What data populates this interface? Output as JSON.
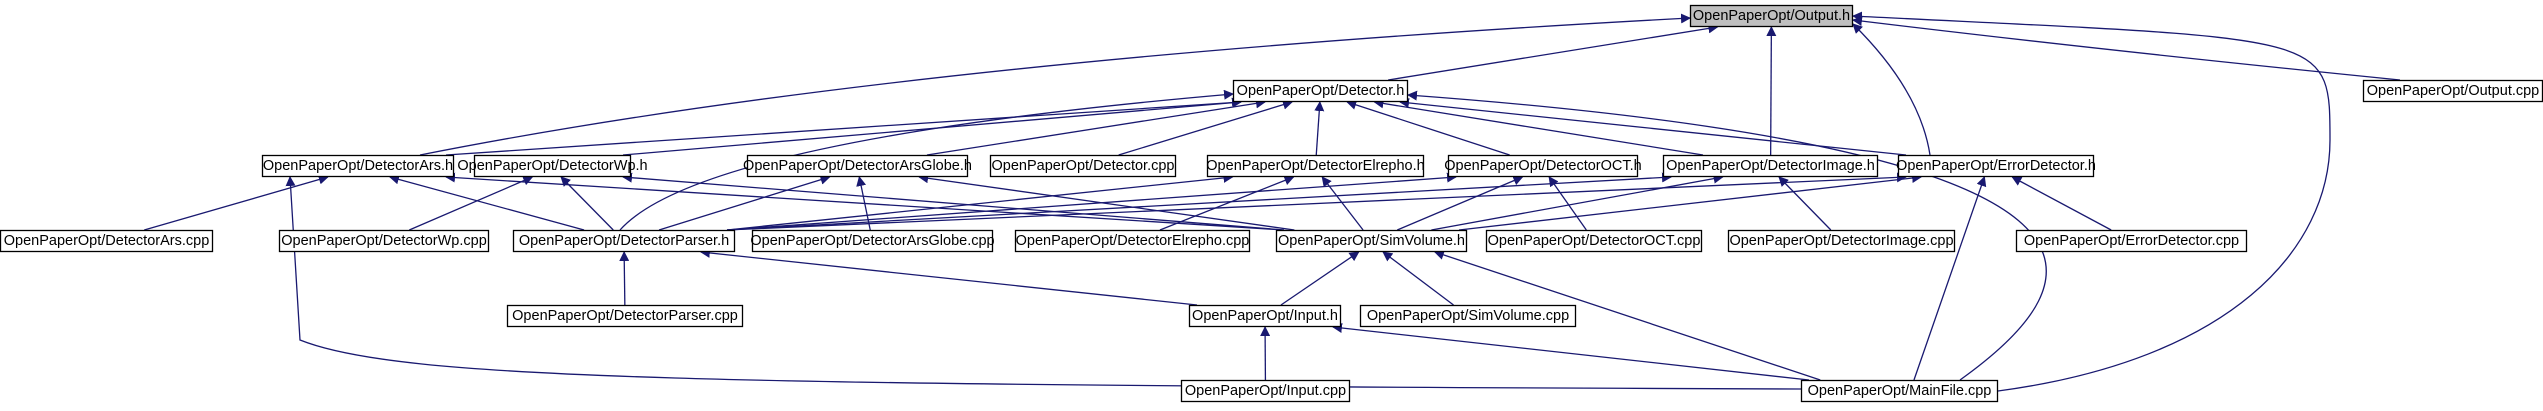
{
  "graph": {
    "edge_color": "#191970",
    "root_fill": "#bfbfbf",
    "nodes": [
      {
        "id": "output_h",
        "label": "OpenPaperOpt/Output.h",
        "root": true
      },
      {
        "id": "detector_h",
        "label": "OpenPaperOpt/Detector.h"
      },
      {
        "id": "output_cpp",
        "label": "OpenPaperOpt/Output.cpp"
      },
      {
        "id": "detectorars_h",
        "label": "OpenPaperOpt/DetectorArs.h"
      },
      {
        "id": "detectorwp_h",
        "label": "OpenPaperOpt/DetectorWp.h"
      },
      {
        "id": "detectorarsglobe_h",
        "label": "OpenPaperOpt/DetectorArsGlobe.h"
      },
      {
        "id": "detector_cpp",
        "label": "OpenPaperOpt/Detector.cpp"
      },
      {
        "id": "detectorelrepho_h",
        "label": "OpenPaperOpt/DetectorElrepho.h"
      },
      {
        "id": "detectoroct_h",
        "label": "OpenPaperOpt/DetectorOCT.h"
      },
      {
        "id": "detectorimage_h",
        "label": "OpenPaperOpt/DetectorImage.h"
      },
      {
        "id": "errordetector_h",
        "label": "OpenPaperOpt/ErrorDetector.h"
      },
      {
        "id": "detectorars_cpp",
        "label": "OpenPaperOpt/DetectorArs.cpp"
      },
      {
        "id": "detectorwp_cpp",
        "label": "OpenPaperOpt/DetectorWp.cpp"
      },
      {
        "id": "detectorparser_h",
        "label": "OpenPaperOpt/DetectorParser.h"
      },
      {
        "id": "detectorarsglobe_cpp",
        "label": "OpenPaperOpt/DetectorArsGlobe.cpp"
      },
      {
        "id": "detectorelrepho_cpp",
        "label": "OpenPaperOpt/DetectorElrepho.cpp"
      },
      {
        "id": "simvolume_h",
        "label": "OpenPaperOpt/SimVolume.h"
      },
      {
        "id": "detectoroct_cpp",
        "label": "OpenPaperOpt/DetectorOCT.cpp"
      },
      {
        "id": "detectorimage_cpp",
        "label": "OpenPaperOpt/DetectorImage.cpp"
      },
      {
        "id": "errordetector_cpp",
        "label": "OpenPaperOpt/ErrorDetector.cpp"
      },
      {
        "id": "detectorparser_cpp",
        "label": "OpenPaperOpt/DetectorParser.cpp"
      },
      {
        "id": "input_h",
        "label": "OpenPaperOpt/Input.h"
      },
      {
        "id": "simvolume_cpp",
        "label": "OpenPaperOpt/SimVolume.cpp"
      },
      {
        "id": "input_cpp",
        "label": "OpenPaperOpt/Input.cpp"
      },
      {
        "id": "mainfile_cpp",
        "label": "OpenPaperOpt/MainFile.cpp"
      }
    ],
    "edges": [
      {
        "from": "detector_h",
        "to": "output_h"
      },
      {
        "from": "output_cpp",
        "to": "output_h"
      },
      {
        "from": "detectorars_h",
        "to": "output_h"
      },
      {
        "from": "detectorimage_h",
        "to": "output_h"
      },
      {
        "from": "errordetector_h",
        "to": "output_h"
      },
      {
        "from": "mainfile_cpp",
        "to": "output_h"
      },
      {
        "from": "detectorars_h",
        "to": "detector_h"
      },
      {
        "from": "detectorwp_h",
        "to": "detector_h"
      },
      {
        "from": "detectorarsglobe_h",
        "to": "detector_h"
      },
      {
        "from": "detector_cpp",
        "to": "detector_h"
      },
      {
        "from": "detectorelrepho_h",
        "to": "detector_h"
      },
      {
        "from": "detectoroct_h",
        "to": "detector_h"
      },
      {
        "from": "detectorimage_h",
        "to": "detector_h"
      },
      {
        "from": "errordetector_h",
        "to": "detector_h"
      },
      {
        "from": "detectorparser_h",
        "to": "detector_h"
      },
      {
        "from": "mainfile_cpp",
        "to": "detector_h"
      },
      {
        "from": "detectorars_cpp",
        "to": "detectorars_h"
      },
      {
        "from": "detectorparser_h",
        "to": "detectorars_h"
      },
      {
        "from": "simvolume_h",
        "to": "detectorars_h"
      },
      {
        "from": "mainfile_cpp",
        "to": "detectorars_h"
      },
      {
        "from": "detectorwp_cpp",
        "to": "detectorwp_h"
      },
      {
        "from": "detectorparser_h",
        "to": "detectorwp_h"
      },
      {
        "from": "simvolume_h",
        "to": "detectorwp_h"
      },
      {
        "from": "detectorparser_h",
        "to": "detectorarsglobe_h"
      },
      {
        "from": "detectorarsglobe_cpp",
        "to": "detectorarsglobe_h"
      },
      {
        "from": "simvolume_h",
        "to": "detectorarsglobe_h"
      },
      {
        "from": "detectorparser_h",
        "to": "detectorelrepho_h"
      },
      {
        "from": "detectorelrepho_cpp",
        "to": "detectorelrepho_h"
      },
      {
        "from": "simvolume_h",
        "to": "detectorelrepho_h"
      },
      {
        "from": "detectorparser_h",
        "to": "detectoroct_h"
      },
      {
        "from": "simvolume_h",
        "to": "detectoroct_h"
      },
      {
        "from": "detectoroct_cpp",
        "to": "detectoroct_h"
      },
      {
        "from": "detectorparser_h",
        "to": "detectorimage_h"
      },
      {
        "from": "simvolume_h",
        "to": "detectorimage_h"
      },
      {
        "from": "detectorimage_cpp",
        "to": "detectorimage_h"
      },
      {
        "from": "detectorparser_h",
        "to": "errordetector_h"
      },
      {
        "from": "simvolume_h",
        "to": "errordetector_h"
      },
      {
        "from": "errordetector_cpp",
        "to": "errordetector_h"
      },
      {
        "from": "mainfile_cpp",
        "to": "errordetector_h"
      },
      {
        "from": "detectorparser_cpp",
        "to": "detectorparser_h"
      },
      {
        "from": "input_h",
        "to": "detectorparser_h"
      },
      {
        "from": "input_h",
        "to": "simvolume_h"
      },
      {
        "from": "simvolume_cpp",
        "to": "simvolume_h"
      },
      {
        "from": "mainfile_cpp",
        "to": "simvolume_h"
      },
      {
        "from": "input_cpp",
        "to": "input_h"
      },
      {
        "from": "mainfile_cpp",
        "to": "input_h"
      }
    ]
  }
}
